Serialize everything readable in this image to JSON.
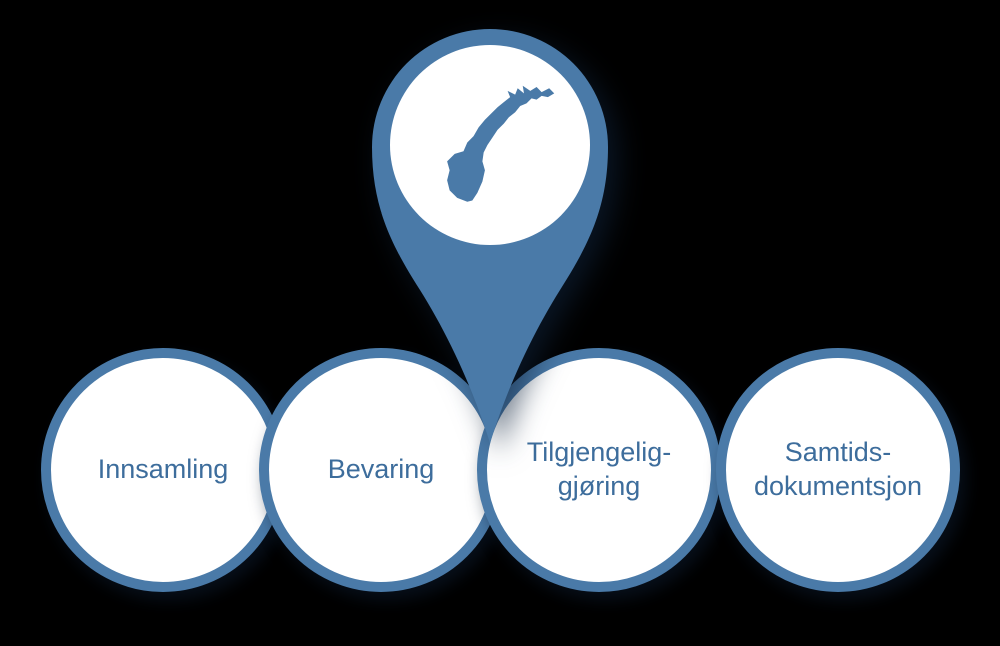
{
  "diagram": {
    "type": "process-diagram",
    "colors": {
      "accent": "#4a7aa8",
      "text": "#3d6d9c",
      "circle_fill": "#ffffff",
      "background": "#000000"
    },
    "pin": {
      "icon": "norway-map-icon",
      "description": "map pin containing outline map of Norway"
    },
    "nodes": [
      {
        "label": "Innsamling"
      },
      {
        "label": "Bevaring"
      },
      {
        "label": "Tilgjengelig-\ngjøring"
      },
      {
        "label": "Samtids-\ndokumentsjon"
      }
    ]
  }
}
